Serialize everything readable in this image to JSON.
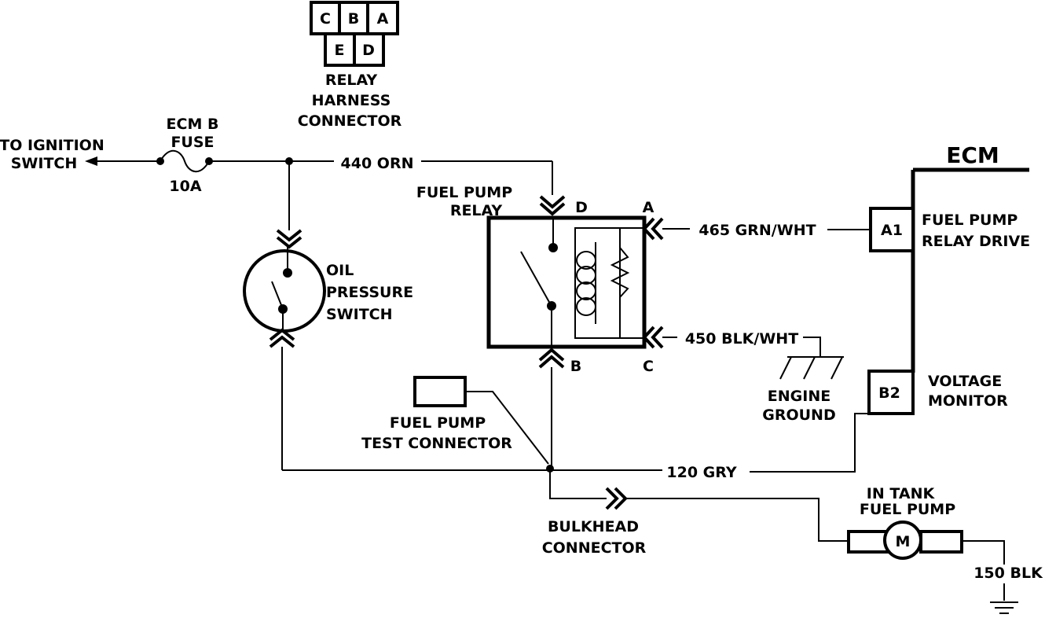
{
  "relay_harness": {
    "pins_top": [
      "C",
      "B",
      "A"
    ],
    "pins_bottom": [
      "E",
      "D"
    ],
    "label": [
      "RELAY",
      "HARNESS",
      "CONNECTOR"
    ]
  },
  "ignition": {
    "label": [
      "TO IGNITION",
      "SWITCH"
    ]
  },
  "fuse": {
    "label": [
      "ECM B",
      "FUSE"
    ],
    "rating": "10A"
  },
  "wires": {
    "orn": "440 ORN",
    "grn_wht": "465 GRN/WHT",
    "blk_wht": "450 BLK/WHT",
    "gry": "120 GRY",
    "blk": "150 BLK"
  },
  "relay": {
    "label": [
      "FUEL PUMP",
      "RELAY"
    ],
    "terminals": {
      "d": "D",
      "a": "A",
      "b": "B",
      "c": "C"
    }
  },
  "oil_switch": {
    "label": [
      "OIL",
      "PRESSURE",
      "SWITCH"
    ]
  },
  "ecm": {
    "title": "ECM",
    "pins": [
      {
        "id": "A1",
        "label": [
          "FUEL PUMP",
          "RELAY DRIVE"
        ]
      },
      {
        "id": "B2",
        "label": [
          "VOLTAGE",
          "MONITOR"
        ]
      }
    ]
  },
  "engine_ground": {
    "label": [
      "ENGINE",
      "GROUND"
    ]
  },
  "test_connector": {
    "label": [
      "FUEL PUMP",
      "TEST CONNECTOR"
    ]
  },
  "bulkhead": {
    "label": [
      "BULKHEAD",
      "CONNECTOR"
    ]
  },
  "fuel_pump": {
    "label": [
      "IN TANK",
      "FUEL PUMP"
    ],
    "motor": "M"
  }
}
